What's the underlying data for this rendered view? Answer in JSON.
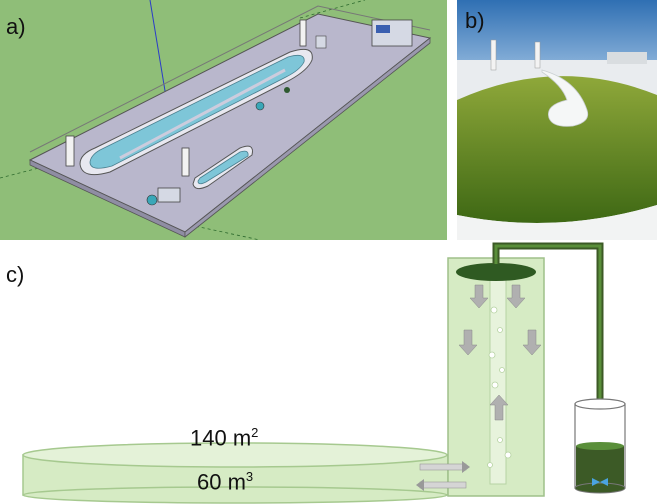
{
  "panels": {
    "a": {
      "label": "a)"
    },
    "b": {
      "label": "b)"
    },
    "c": {
      "label": "c)"
    }
  },
  "raceway": {
    "area_value": "140 m",
    "area_exp": "2",
    "volume_value": "60 m",
    "volume_exp": "3"
  },
  "colors": {
    "ground_green": "#8fbe78",
    "platform_gray": "#b9b7cc",
    "pond_water": "#7ec6d8",
    "algae_green": "#4e7a1a",
    "tank_fill": "#d6ebc4",
    "tank_stroke": "#a6c98f",
    "pipe_dark": "#3c5a26",
    "sky_blue": "#4f86c4"
  }
}
